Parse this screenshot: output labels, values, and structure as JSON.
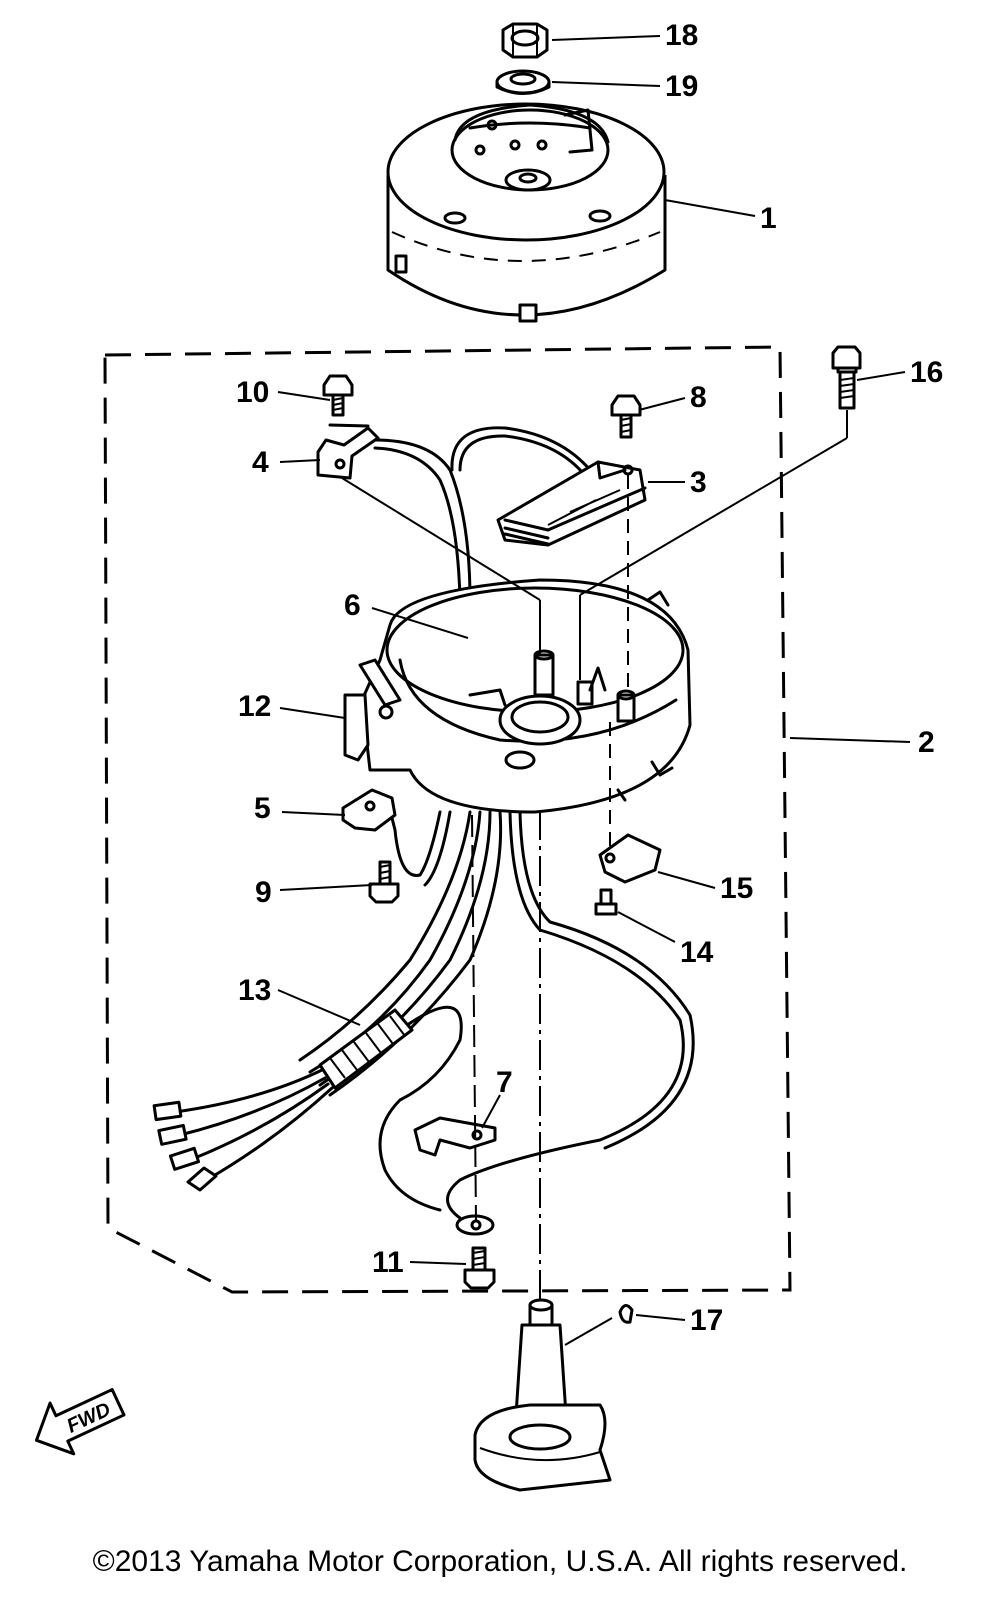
{
  "diagram": {
    "part_labels": {
      "p1": "1",
      "p2": "2",
      "p3": "3",
      "p4": "4",
      "p5": "5",
      "p6": "6",
      "p7": "7",
      "p8": "8",
      "p9": "9",
      "p10": "10",
      "p11": "11",
      "p12": "12",
      "p13": "13",
      "p14": "14",
      "p15": "15",
      "p16": "16",
      "p17": "17",
      "p18": "18",
      "p19": "19"
    },
    "fwd_arrow_label": "FWD"
  },
  "footer": {
    "copyright": "©2013 Yamaha Motor Corporation, U.S.A. All rights reserved."
  }
}
